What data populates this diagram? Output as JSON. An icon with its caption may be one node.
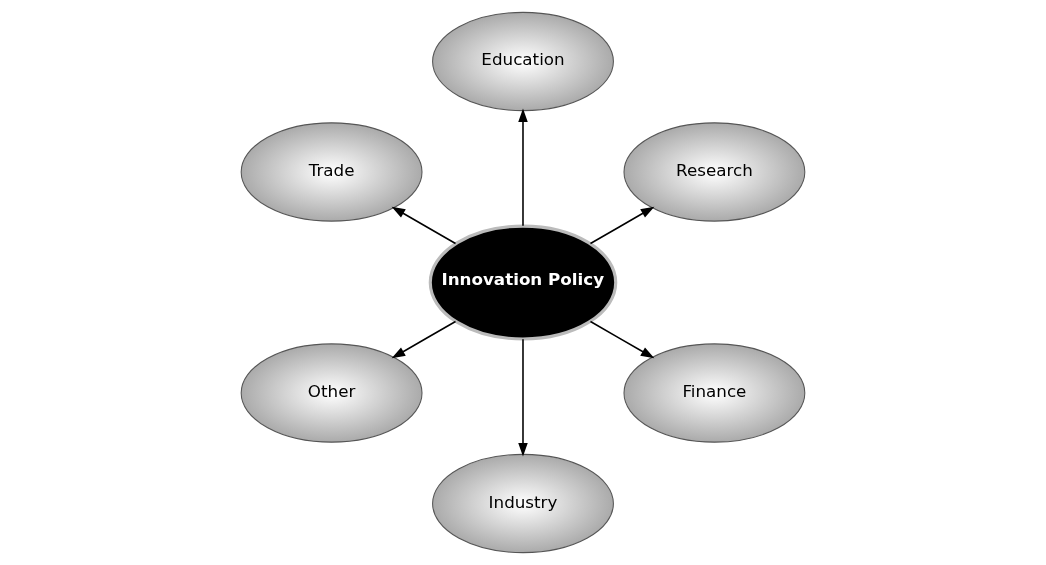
{
  "diagram": {
    "nodes": [
      {
        "text": [
          "Innovation Policy"
        ]
      },
      {
        "text": [
          "Research"
        ]
      },
      {
        "text": [
          "Education"
        ]
      },
      {
        "text": [
          "Trade"
        ]
      },
      {
        "text": [
          "Other"
        ]
      },
      {
        "text": [
          "Industry"
        ]
      },
      {
        "text": [
          "Finance"
        ]
      }
    ],
    "edges": [
      {
        "from": 0,
        "to": 1,
        "arrow": "to"
      },
      {
        "from": 0,
        "to": 2,
        "arrow": "to"
      },
      {
        "from": 0,
        "to": 3,
        "arrow": "to"
      },
      {
        "from": 0,
        "to": 4,
        "arrow": "to"
      },
      {
        "from": 0,
        "to": 5,
        "arrow": "to"
      },
      {
        "from": 0,
        "to": 6,
        "arrow": "to"
      }
    ]
  }
}
